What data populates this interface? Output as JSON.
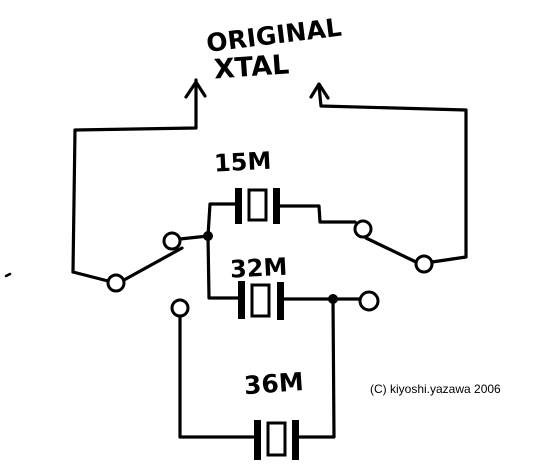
{
  "labels": {
    "original_line1": "ORIGINAL",
    "original_line2": "XTAL",
    "crystal_top": "15M",
    "crystal_middle": "32M",
    "crystal_bottom": "36M",
    "copyright": "(C) kiyoshi.yazawa 2006"
  },
  "colors": {
    "ink": "#000000",
    "paper": "#ffffff"
  }
}
